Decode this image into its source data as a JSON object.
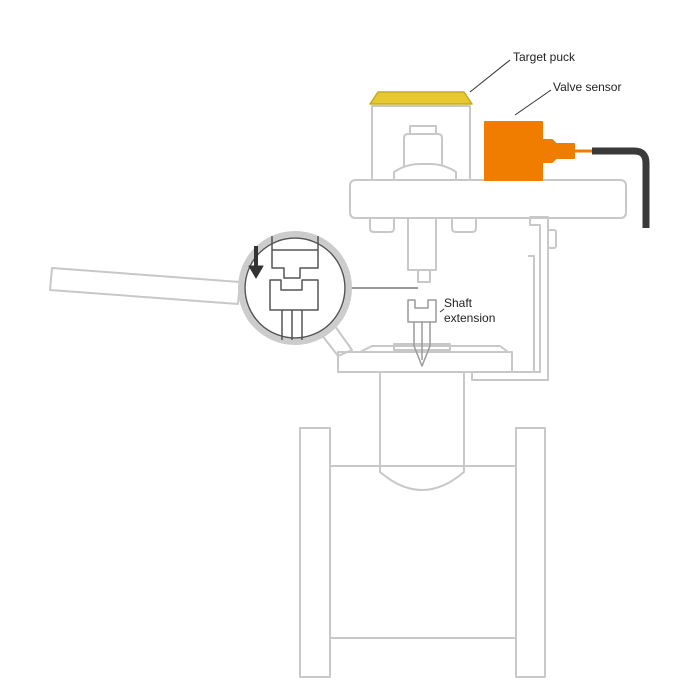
{
  "labels": {
    "target_puck": "Target puck",
    "valve_sensor": "Valve sensor",
    "shaft_line1": "Shaft",
    "shaft_line2": "extension"
  },
  "colors": {
    "outline": "#c8c8c8",
    "outline_dark": "#9a9a9a",
    "sensor_orange": "#f07d00",
    "puck_yellow": "#e8c830",
    "cable": "#3a3a3a",
    "arrow": "#333333",
    "text": "#222222"
  },
  "icons": {
    "direction_arrow": "arrow-down-icon"
  }
}
